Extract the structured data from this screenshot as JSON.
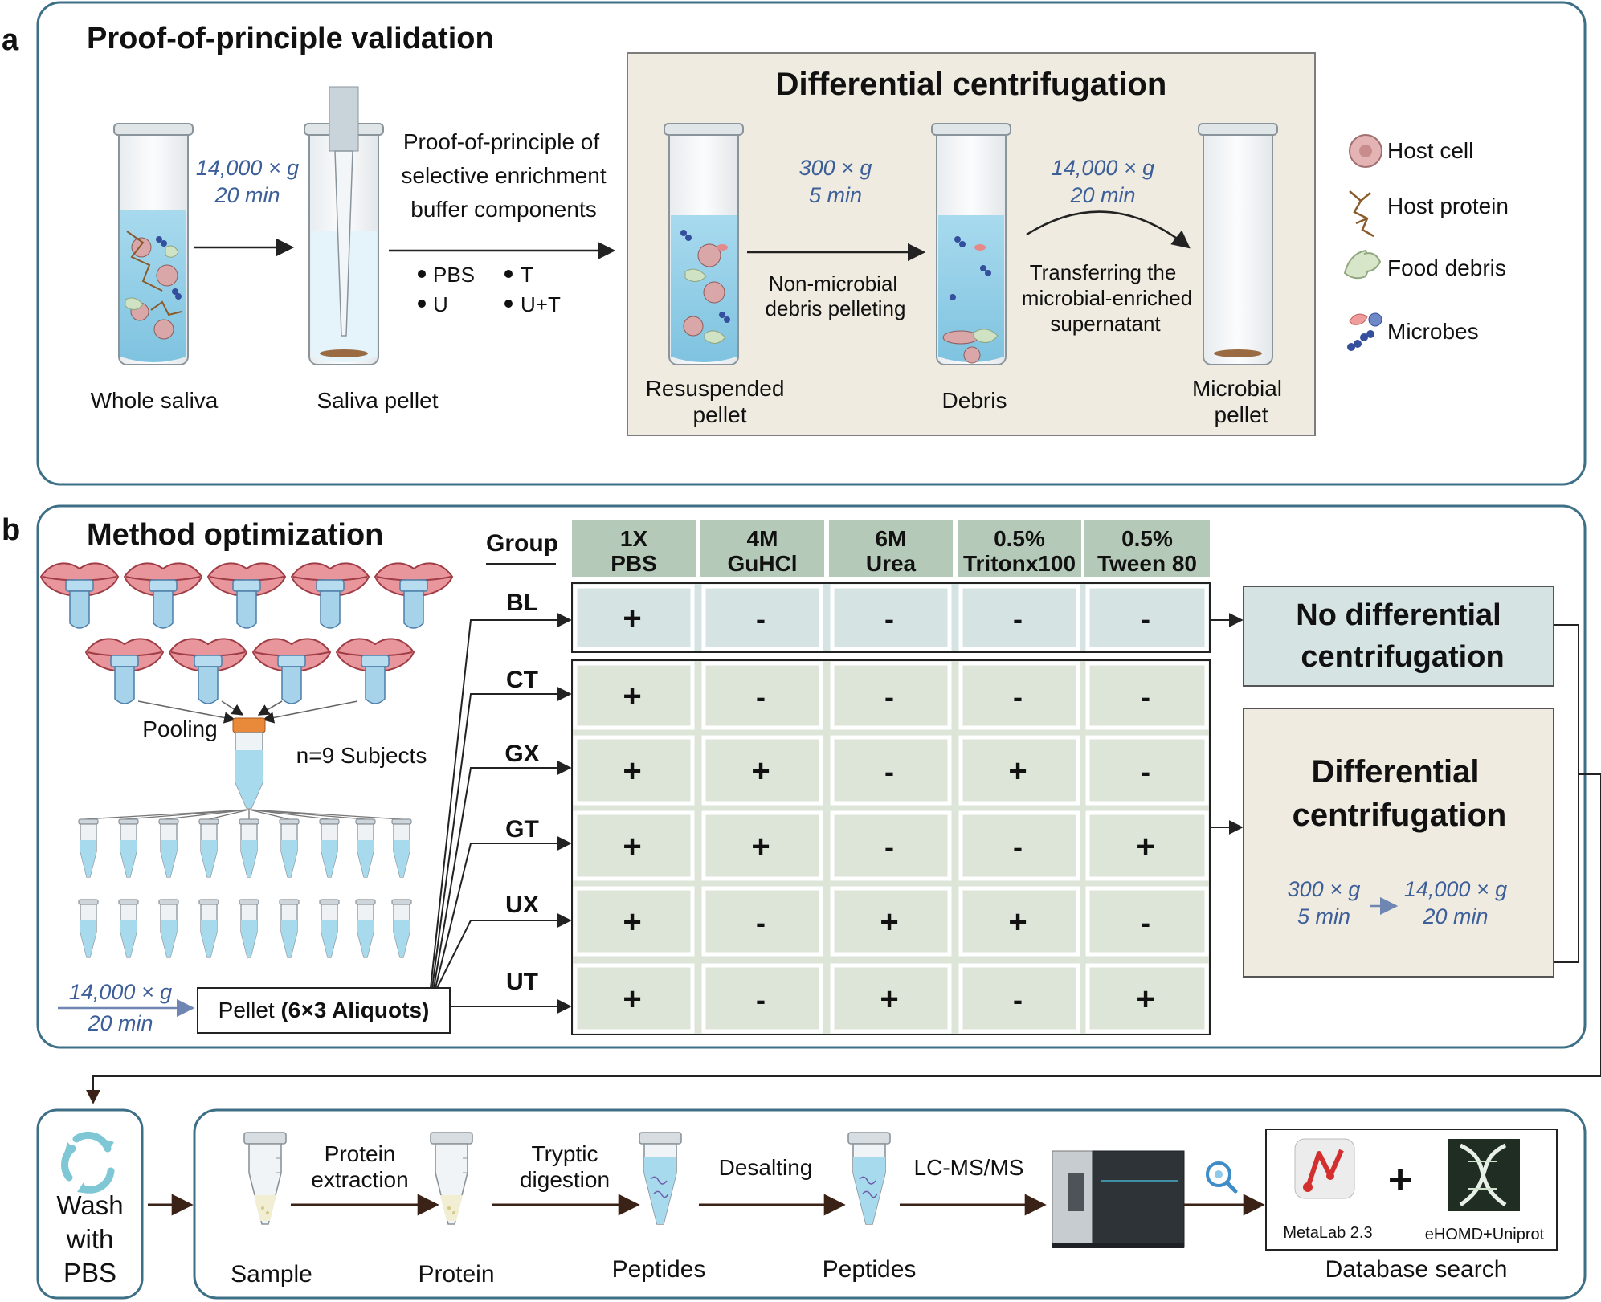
{
  "colors": {
    "panel_border": "#3d6f86",
    "beige_fill": "#efebe0",
    "table_fill": "#dde4d8",
    "table_header_fill": "#b4c9b7",
    "bl_row_fill": "#d6e3e3",
    "cond_text": "#3d5f99",
    "tube_liquid": "#9fd5ea",
    "flow_arrow": "#3b2216"
  },
  "panel_a": {
    "letter": "a",
    "title": "Proof-of-principle validation",
    "whole_saliva_label": "Whole saliva",
    "saliva_pellet_label": "Saliva pellet",
    "spin1_speed": "14,000 × g",
    "spin1_time": "20 min",
    "enrichment_text": [
      "Proof-of-principle of",
      "selective enrichment",
      "buffer components"
    ],
    "buffers": [
      "PBS",
      "T",
      "U",
      "U+T"
    ],
    "dc_box": {
      "title": "Differential centrifugation",
      "resuspended_label": [
        "Resuspended",
        "pellet"
      ],
      "debris_label": "Debris",
      "microbial_label": [
        "Microbial",
        "pellet"
      ],
      "spin2_speed": "300 × g",
      "spin2_time": "5 min",
      "step2_text": [
        "Non-microbial",
        "debris pelleting"
      ],
      "spin3_speed": "14,000 × g",
      "spin3_time": "20 min",
      "step3_text": [
        "Transferring the",
        "microbial-enriched",
        "supernatant"
      ]
    },
    "legend": [
      {
        "label": "Host cell",
        "icon": "host-cell-icon"
      },
      {
        "label": "Host protein",
        "icon": "host-protein-icon"
      },
      {
        "label": "Food debris",
        "icon": "food-debris-icon"
      },
      {
        "label": "Microbes",
        "icon": "microbes-icon"
      }
    ]
  },
  "panel_b": {
    "letter": "b",
    "title": "Method optimization",
    "pooling_label": "Pooling",
    "subjects_label": "n=9 Subjects",
    "spin_speed": "14,000 × g",
    "spin_time": "20 min",
    "pellet_label_plain": "Pellet ",
    "pellet_label_bold": "(6×3 Aliquots)",
    "group_header": "Group",
    "columns": [
      [
        "1X",
        "PBS"
      ],
      [
        "4M",
        "GuHCl"
      ],
      [
        "6M",
        "Urea"
      ],
      [
        "0.5%",
        "Tritonx100"
      ],
      [
        "0.5%",
        "Tween 80"
      ]
    ],
    "rows": [
      {
        "group": "BL",
        "cells": [
          "+",
          "-",
          "-",
          "-",
          "-"
        ]
      },
      {
        "group": "CT",
        "cells": [
          "+",
          "-",
          "-",
          "-",
          "-"
        ]
      },
      {
        "group": "GX",
        "cells": [
          "+",
          "+",
          "-",
          "+",
          "-"
        ]
      },
      {
        "group": "GT",
        "cells": [
          "+",
          "+",
          "-",
          "-",
          "+"
        ]
      },
      {
        "group": "UX",
        "cells": [
          "+",
          "-",
          "+",
          "+",
          "-"
        ]
      },
      {
        "group": "UT",
        "cells": [
          "+",
          "-",
          "+",
          "-",
          "+"
        ]
      }
    ],
    "no_dc_box": [
      "No differential",
      "centrifugation"
    ],
    "dc_box": {
      "title": [
        "Differential",
        "centrifugation"
      ],
      "spin_a_speed": "300 × g",
      "spin_a_time": "5 min",
      "spin_b_speed": "14,000 × g",
      "spin_b_time": "20 min"
    }
  },
  "workflow": {
    "wash_label": [
      "Wash",
      "with",
      "PBS"
    ],
    "sample_label": "Sample",
    "protein_label": "Protein",
    "peptides1_label": "Peptides",
    "peptides2_label": "Peptides",
    "step1": [
      "Protein",
      "extraction"
    ],
    "step2": [
      "Tryptic",
      "digestion"
    ],
    "step3": "Desalting",
    "step4": "LC-MS/MS",
    "metalab_label": "MetaLab 2.3",
    "db_label": "eHOMD+Uniprot",
    "plus_sign": "+",
    "database_search_label": "Database search"
  }
}
